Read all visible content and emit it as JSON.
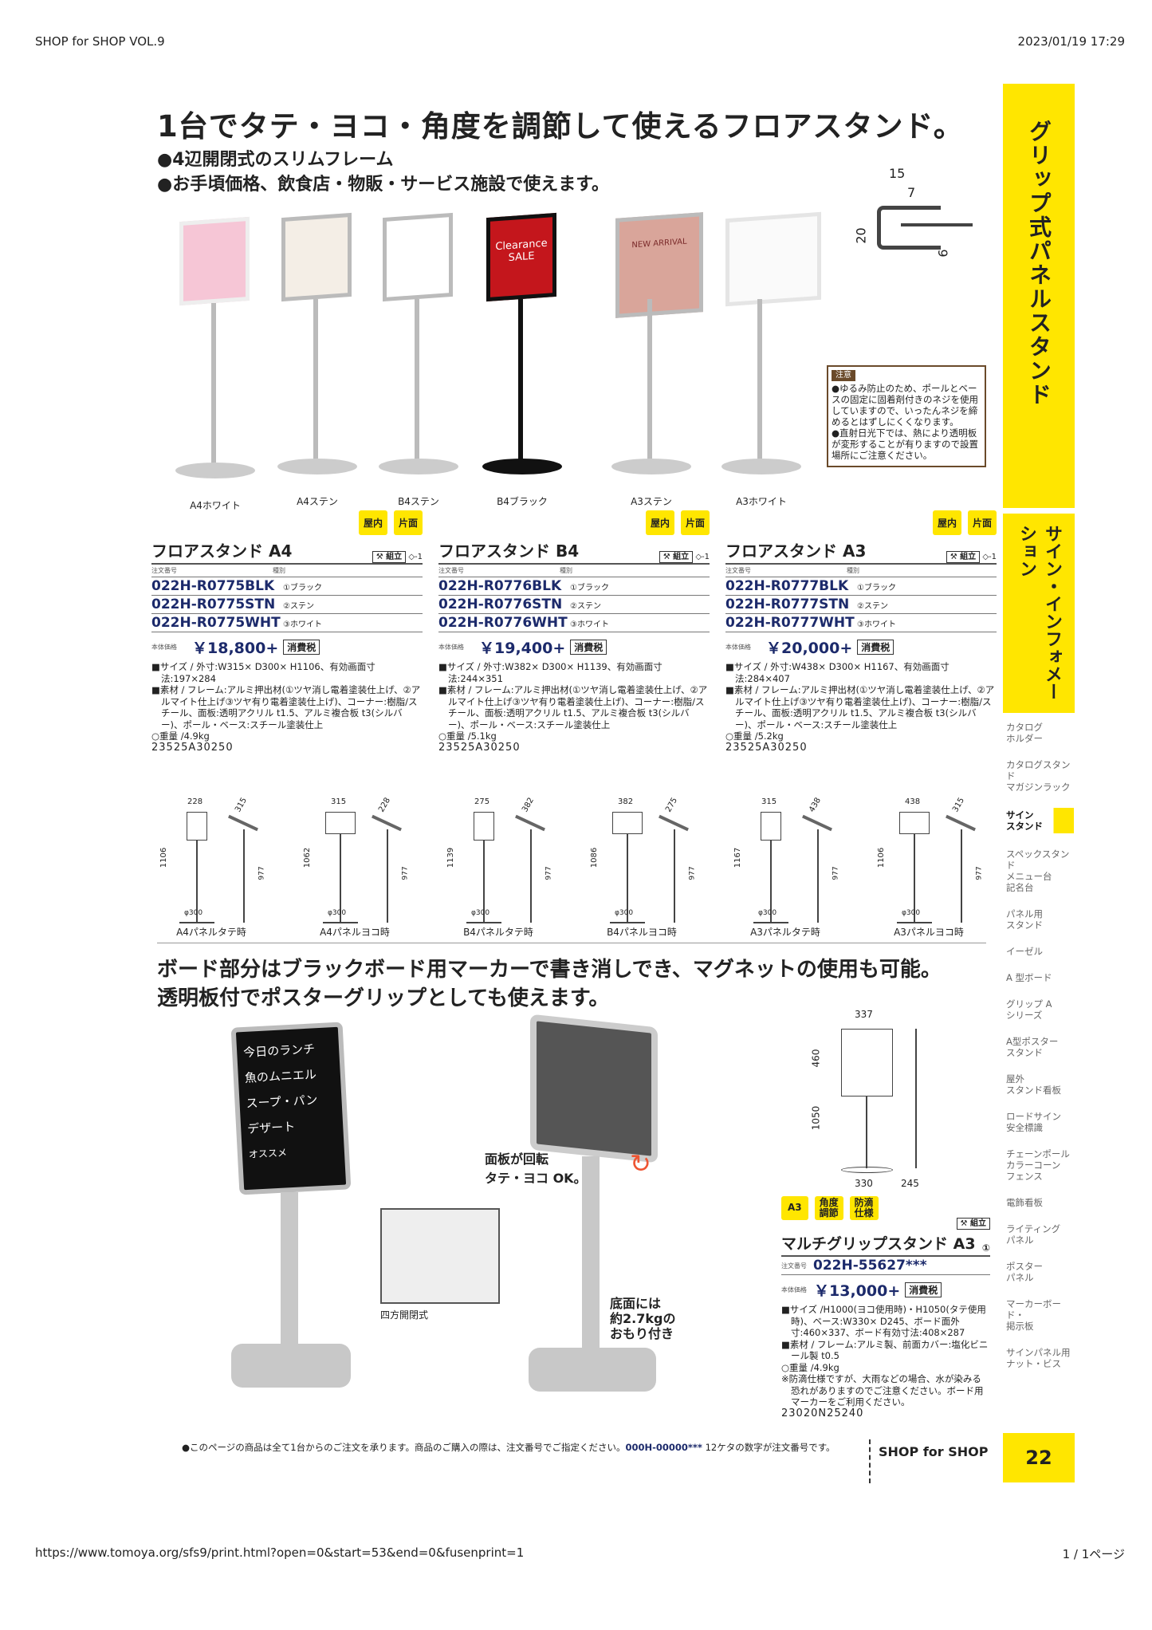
{
  "browser": {
    "left": "SHOP for SHOP VOL.9",
    "right": "2023/01/19 17:29",
    "url": "https://www.tomoya.org/sfs9/print.html?open=0&start=53&end=0&fusenprint=1",
    "pages": "1 / 1ページ"
  },
  "headline": "1台でタテ・ヨコ・角度を調節して使えるフロアスタンド。",
  "bullets": [
    "●4辺開閉式のスリムフレーム",
    "●お手頃価格、飲食店・物販・サービス施設で使えます。"
  ],
  "profile": {
    "w": "15",
    "w2": "7",
    "h": "20",
    "h2": "6"
  },
  "stands": [
    "A4ホワイト",
    "A4ステン",
    "B4ステン",
    "B4ブラック",
    "A3ステン",
    "A3ホワイト"
  ],
  "stand_panel_texts": [
    "Clearance SALE",
    "NEW ARRIVAL"
  ],
  "note": {
    "title": "注意",
    "lines": [
      "●ゆるみ防止のため、ポールとベースの固定に固着剤付きのネジを使用していますので、いったんネジを締めるとはずしにくくなります。",
      "●直射日光下では、熱により透明板が変形することが有りますので設置場所にご注意ください。"
    ]
  },
  "side": {
    "category": "グリップ式パネルスタンド",
    "section": "サイン・インフォメーション",
    "nav": [
      "カタログ\nホルダー",
      "カタログスタンド\nマガジンラック",
      "サイン\nスタンド",
      "スペックスタンド\nメニュー台\n記名台",
      "パネル用\nスタンド",
      "イーゼル",
      "A 型ボード",
      "グリップ A\nシリーズ",
      "A型ポスター\nスタンド",
      "屋外\nスタンド看板",
      "ロードサイン\n安全標識",
      "チェーンポール\nカラーコーン\nフェンス",
      "電飾看板",
      "ライティング\nパネル",
      "ポスター\nパネル",
      "マーカーボード・\n掲示板",
      "サインパネル用\nナット・ビス"
    ]
  },
  "common": {
    "badge1": "屋内",
    "badge2": "片面",
    "assembly": "組立",
    "mark": "◇-1",
    "order_label": "注文番号",
    "type_label": "種別",
    "price_label": "本体価格",
    "tax": "消費税"
  },
  "products": [
    {
      "title": "フロアスタンド A4",
      "codes": [
        [
          "022H-R0775BLK",
          "①ブラック"
        ],
        [
          "022H-R0775STN",
          "②ステン"
        ],
        [
          "022H-R0775WHT",
          "③ホワイト"
        ]
      ],
      "price": "￥18,800+",
      "spec": [
        "■サイズ / 外寸:W315× D300× H1106、有効画面寸法:197×284",
        "■素材 / フレーム:アルミ押出材(①ツヤ消し電着塗装仕上げ、②アルマイト仕上げ③ツヤ有り電着塗装仕上げ)、コーナー:樹脂/スチール、面板:透明アクリル t1.5、アルミ複合板 t3(シルバー)、ポール・ベース:スチール塗装仕上",
        "○重量 /4.9kg",
        "23525A30250"
      ],
      "diagrams": [
        {
          "w": "228",
          "d": "315",
          "h": "1106",
          "h2": "977",
          "base": "φ300",
          "cap": "A4パネルタテ時"
        },
        {
          "w": "315",
          "d": "228",
          "h": "1062",
          "h2": "977",
          "base": "φ300",
          "cap": "A4パネルヨコ時"
        }
      ]
    },
    {
      "title": "フロアスタンド B4",
      "codes": [
        [
          "022H-R0776BLK",
          "①ブラック"
        ],
        [
          "022H-R0776STN",
          "②ステン"
        ],
        [
          "022H-R0776WHT",
          "③ホワイト"
        ]
      ],
      "price": "￥19,400+",
      "spec": [
        "■サイズ / 外寸:W382× D300× H1139、有効画面寸法:244×351",
        "■素材 / フレーム:アルミ押出材(①ツヤ消し電着塗装仕上げ、②アルマイト仕上げ③ツヤ有り電着塗装仕上げ)、コーナー:樹脂/スチール、面板:透明アクリル t1.5、アルミ複合板 t3(シルバー)、ポール・ベース:スチール塗装仕上",
        "○重量 /5.1kg",
        "23525A30250"
      ],
      "diagrams": [
        {
          "w": "275",
          "d": "382",
          "h": "1139",
          "h2": "977",
          "base": "φ300",
          "cap": "B4パネルタテ時"
        },
        {
          "w": "382",
          "d": "275",
          "h": "1086",
          "h2": "977",
          "base": "φ300",
          "cap": "B4パネルヨコ時"
        }
      ]
    },
    {
      "title": "フロアスタンド A3",
      "codes": [
        [
          "022H-R0777BLK",
          "①ブラック"
        ],
        [
          "022H-R0777STN",
          "②ステン"
        ],
        [
          "022H-R0777WHT",
          "③ホワイト"
        ]
      ],
      "price": "￥20,000+",
      "spec": [
        "■サイズ / 外寸:W438× D300× H1167、有効画面寸法:284×407",
        "■素材 / フレーム:アルミ押出材(①ツヤ消し電着塗装仕上げ、②アルマイト仕上げ③ツヤ有り電着塗装仕上げ)、コーナー:樹脂/スチール、面板:透明アクリル t1.5、アルミ複合板 t3(シルバー)、ポール・ベース:スチール塗装仕上",
        "○重量 /5.2kg",
        "23525A30250"
      ],
      "diagrams": [
        {
          "w": "315",
          "d": "438",
          "h": "1167",
          "h2": "977",
          "base": "φ300",
          "cap": "A3パネルタテ時"
        },
        {
          "w": "438",
          "d": "315",
          "h": "1106",
          "h2": "977",
          "base": "φ300",
          "cap": "A3パネルヨコ時"
        }
      ]
    }
  ],
  "section2": {
    "headline1": "ボード部分はブラックボード用マーカーで書き消しでき、マグネットの使用も可能。",
    "headline2": "透明板付でポスターグリップとしても使えます。",
    "board_text": [
      "今日のランチ",
      "魚のムニエル",
      "スープ・パン",
      "デザート",
      "オススメ"
    ],
    "callout_rotate": "面板が回転\nタテ・ヨコ OK。",
    "callout_open": "四方開閉式",
    "callout_base": "底面には\n約2.7kgの\nおもり付き",
    "dims": {
      "w": "337",
      "h": "460",
      "total": "1050",
      "base_w": "330",
      "base_d": "245"
    }
  },
  "product4": {
    "badges": [
      "A3",
      "角度\n調節",
      "防滴\n仕様"
    ],
    "title": "マルチグリップスタンド A3",
    "mark": "①",
    "code": "022H-55627***",
    "price": "￥13,000+",
    "spec": [
      "■サイズ /H1000(ヨコ使用時)・H1050(タテ使用時)、ベース:W330× D245、ボード面外寸:460×337、ボード有効寸法:408×287",
      "■素材 / フレーム:アルミ製、前面カバー:塩化ビニール製 t0.5",
      "○重量 /4.9kg",
      "※防滴仕様ですが、大雨などの場合、水が染みる恐れがありますのでご注意ください。ボード用マーカーをご利用ください。",
      "23020N25240"
    ]
  },
  "footer": {
    "note": "●このページの商品は全て1台からのご注文を承ります。商品のご購入の際は、注文番号でご指定ください。",
    "code": "000H-00000***",
    "note2": " 12ケタの数字が注文番号です。",
    "brand": "SHOP for SHOP",
    "page": "22"
  },
  "colors": {
    "yellow": "#ffe600",
    "navy": "#1c2a6b",
    "note_brown": "#6a4a2a"
  }
}
